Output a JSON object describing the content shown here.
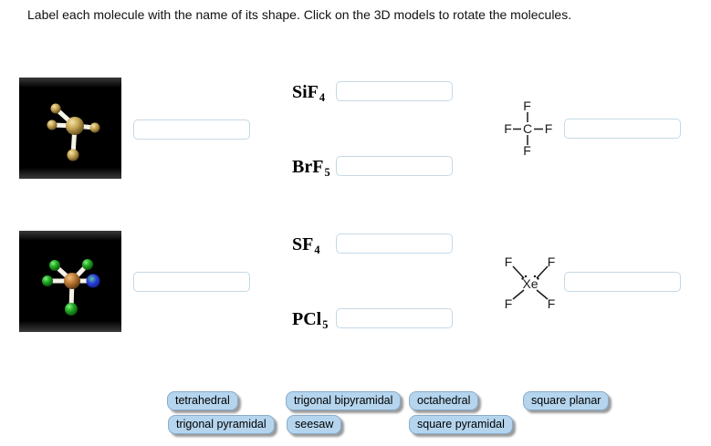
{
  "instruction": "Label each molecule with the name of its shape. Click on the 3D models to rotate the molecules.",
  "models": [
    {
      "answer_value": ""
    },
    {
      "answer_value": ""
    }
  ],
  "formulas": [
    {
      "base": "SiF",
      "subscript": "4",
      "answer_value": ""
    },
    {
      "base": "BrF",
      "subscript": "5",
      "answer_value": ""
    },
    {
      "base": "SF",
      "subscript": "4",
      "answer_value": ""
    },
    {
      "base": "PCl",
      "subscript": "5",
      "answer_value": ""
    }
  ],
  "structures": [
    {
      "center_atom": "C",
      "ligand_top": "F",
      "ligand_left": "F",
      "ligand_right": "F",
      "ligand_bottom": "F",
      "answer_value": ""
    },
    {
      "center_atom": "Xe",
      "ligand_top_left": "F",
      "ligand_top_right": "F",
      "ligand_bottom_left": "F",
      "ligand_bottom_right": "F",
      "answer_value": ""
    }
  ],
  "answer_chips": [
    "tetrahedral",
    "trigonal bipyramidal",
    "octahedral",
    "square planar",
    "trigonal pyramidal",
    "seesaw",
    "square pyramidal"
  ],
  "colors": {
    "chip_background": "#b5d5ee",
    "chip_border": "#8aabca",
    "chip_shadow": "#9b9b9b",
    "input_border": "#c5d8e6",
    "model_background": "#000000",
    "model1_atom_gold": "#c9a755",
    "model2_center_orange": "#c07c35",
    "model2_atom_green": "#28b428",
    "model2_atom_blue": "#2a41dd",
    "bond_color": "#f5f2e8"
  }
}
